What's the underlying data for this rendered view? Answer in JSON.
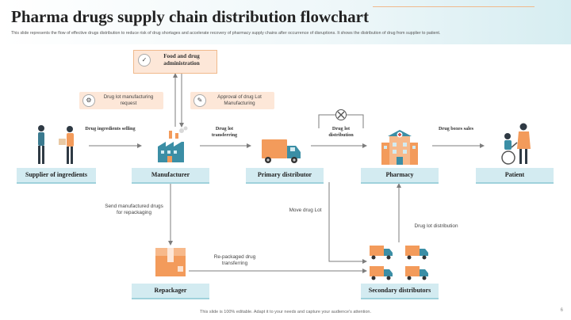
{
  "header": {
    "title": "Pharma drugs supply chain distribution flowchart",
    "subtitle": "This slide represents the flow of effective drugs distribution to reduce risk of drug shortages and accelerate recovery of pharmacy supply chains after occurrence of disruptions. It shows the distribution of drug from supplier to patient."
  },
  "nodes": {
    "supplier": "Supplier of ingredients",
    "manufacturer": "Manufacturer",
    "primary": "Primary distributor",
    "pharmacy": "Pharmacy",
    "patient": "Patient",
    "repackager": "Repackager",
    "secondary": "Secondary distributors",
    "fda": "Food and drug administration"
  },
  "labels": {
    "drug_ingredients": "Drug ingredients selling",
    "drug_lot_transferring": "Drug lot transferring",
    "drug_lot_distribution_top": "Drug lot distribution",
    "drug_boxes_sales": "Drug boxes sales",
    "manufacturing_request": "Drug lot manufacturing request",
    "approval": "Approval of drug Lot Manufacturing",
    "send_repack": "Send manufactured drugs for repackaging",
    "move_drug_lot": "Move drug Lot",
    "repackaged_transferring": "Re-packaged drug transferring",
    "drug_lot_distribution_right": "Drug lot distribution"
  },
  "icons": [
    "people-icon",
    "factory-icon",
    "truck-icon",
    "building-icon",
    "patient-icon",
    "box-icon",
    "trucks-icon",
    "approval-icon",
    "cross-icon"
  ],
  "colors": {
    "accent_orange": "#f39b5b",
    "node_blue": "#d3ebf1",
    "pill_peach": "#fde7d8",
    "arrow": "#7d7d7d"
  },
  "footer": {
    "text": "This slide is 100% editable. Adapt it to your needs and capture your audience's attention.",
    "page": "6"
  }
}
